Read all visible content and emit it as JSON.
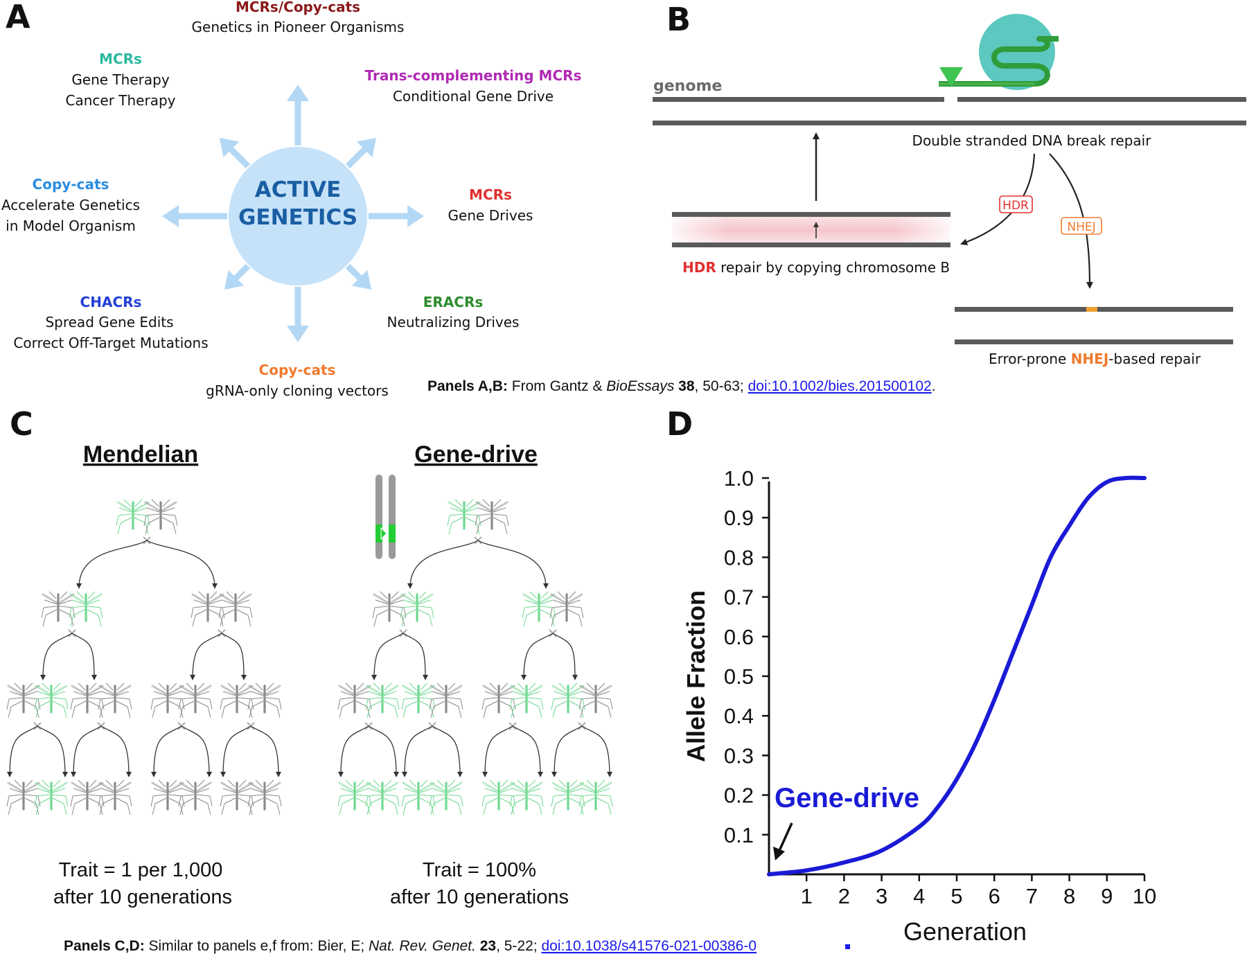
{
  "panels": {
    "a": "A",
    "b": "B",
    "c": "C",
    "d": "D"
  },
  "colors": {
    "circle": "#c5e2f9",
    "arrow": "#b3d8f5",
    "center_text": "#1a5ea3",
    "mcr_dark": "#8b1a1a",
    "teal": "#2bb8a0",
    "magenta": "#b02ab3",
    "blue": "#2b8ce0",
    "red": "#e03030",
    "navy": "#2340d8",
    "green": "#2e8b2e",
    "orange": "#f07a2e",
    "curve": "#1a1ad6",
    "chrom": "#5a5a5a",
    "mosquito_green": "#6fd890",
    "mosquito_gray": "#8a8a8a"
  },
  "panel_a": {
    "center": {
      "line1": "ACTIVE",
      "line2": "GENETICS"
    },
    "top": {
      "title": "MCRs/Copy-cats",
      "lines": [
        "Genetics in Pioneer Organisms"
      ]
    },
    "top_left": {
      "title": "MCRs",
      "lines": [
        "Gene Therapy",
        "Cancer Therapy"
      ]
    },
    "top_right": {
      "title": "Trans-complementing MCRs",
      "lines": [
        "Conditional Gene Drive"
      ]
    },
    "left": {
      "title": "Copy-cats",
      "lines": [
        "Accelerate Genetics",
        "in Model Organism"
      ]
    },
    "right": {
      "title": "MCRs",
      "lines": [
        "Gene Drives"
      ]
    },
    "bottom_left": {
      "title": "CHACRs",
      "lines": [
        "Spread Gene Edits",
        "Correct Off-Target Mutations"
      ]
    },
    "bottom_right": {
      "title": "ERACRs",
      "lines": [
        "Neutralizing Drives"
      ]
    },
    "bottom": {
      "title": "Copy-cats",
      "lines": [
        "gRNA-only cloning vectors"
      ]
    }
  },
  "panel_b": {
    "genome_label": "genome",
    "dsb_label": "Double stranded DNA break repair",
    "hdr_tag": "HDR",
    "nhej_tag": "NHEJ",
    "hdr_caption_colored": "HDR",
    "hdr_caption_rest": " repair by copying chromosome B",
    "nhej_caption_pre": "Error-prone ",
    "nhej_caption_colored": "NHEJ",
    "nhej_caption_post": "-based repair"
  },
  "citation_ab": {
    "bold": "Panels A,B:",
    "pre": " From Gantz & ",
    "italic": "BioEssays",
    "vol": " 38",
    "rest": ", 50-63; ",
    "link": "doi:10.1002/bies.201500102",
    "end": "."
  },
  "panel_c": {
    "mendelian_title": "Mendelian",
    "drive_title": "Gene-drive",
    "mendelian_caption": [
      "Trait = 1 per 1,000",
      "after 10 generations"
    ],
    "drive_caption": [
      "Trait = 100%",
      "after 10 generations"
    ]
  },
  "citation_cd": {
    "bold": "Panels C,D:",
    "pre": " Similar to panels e,f from: Bier, E; ",
    "italic": "Nat. Rev. Genet.",
    "vol": " 23",
    "rest": ", 5-22; ",
    "link": "doi:10.1038/s41576-021-00386-0"
  },
  "chart_data": {
    "type": "line",
    "title": "",
    "xlabel": "Generation",
    "ylabel": "Allele Fraction",
    "xlim": [
      0,
      10
    ],
    "ylim": [
      0,
      1.0
    ],
    "x_ticks": [
      1,
      2,
      3,
      4,
      5,
      6,
      7,
      8,
      9,
      10
    ],
    "y_ticks": [
      0.1,
      0.2,
      0.3,
      0.4,
      0.5,
      0.6,
      0.7,
      0.8,
      0.9,
      1.0
    ],
    "y_tick_labels": [
      "0.1",
      "0.2",
      "0.3",
      "0.4",
      "0.5",
      "0.6",
      "0.7",
      "0.8",
      "0.9",
      "1.0"
    ],
    "annotation": "Gene-drive",
    "series": [
      {
        "x": [
          0,
          1,
          2,
          3,
          4,
          4.5,
          5,
          5.5,
          6,
          6.5,
          7,
          7.5,
          8,
          8.5,
          9,
          9.5,
          10
        ],
        "values": [
          0.0,
          0.01,
          0.03,
          0.06,
          0.12,
          0.17,
          0.24,
          0.33,
          0.44,
          0.56,
          0.68,
          0.8,
          0.88,
          0.95,
          0.99,
          1.0,
          1.0
        ]
      }
    ]
  }
}
